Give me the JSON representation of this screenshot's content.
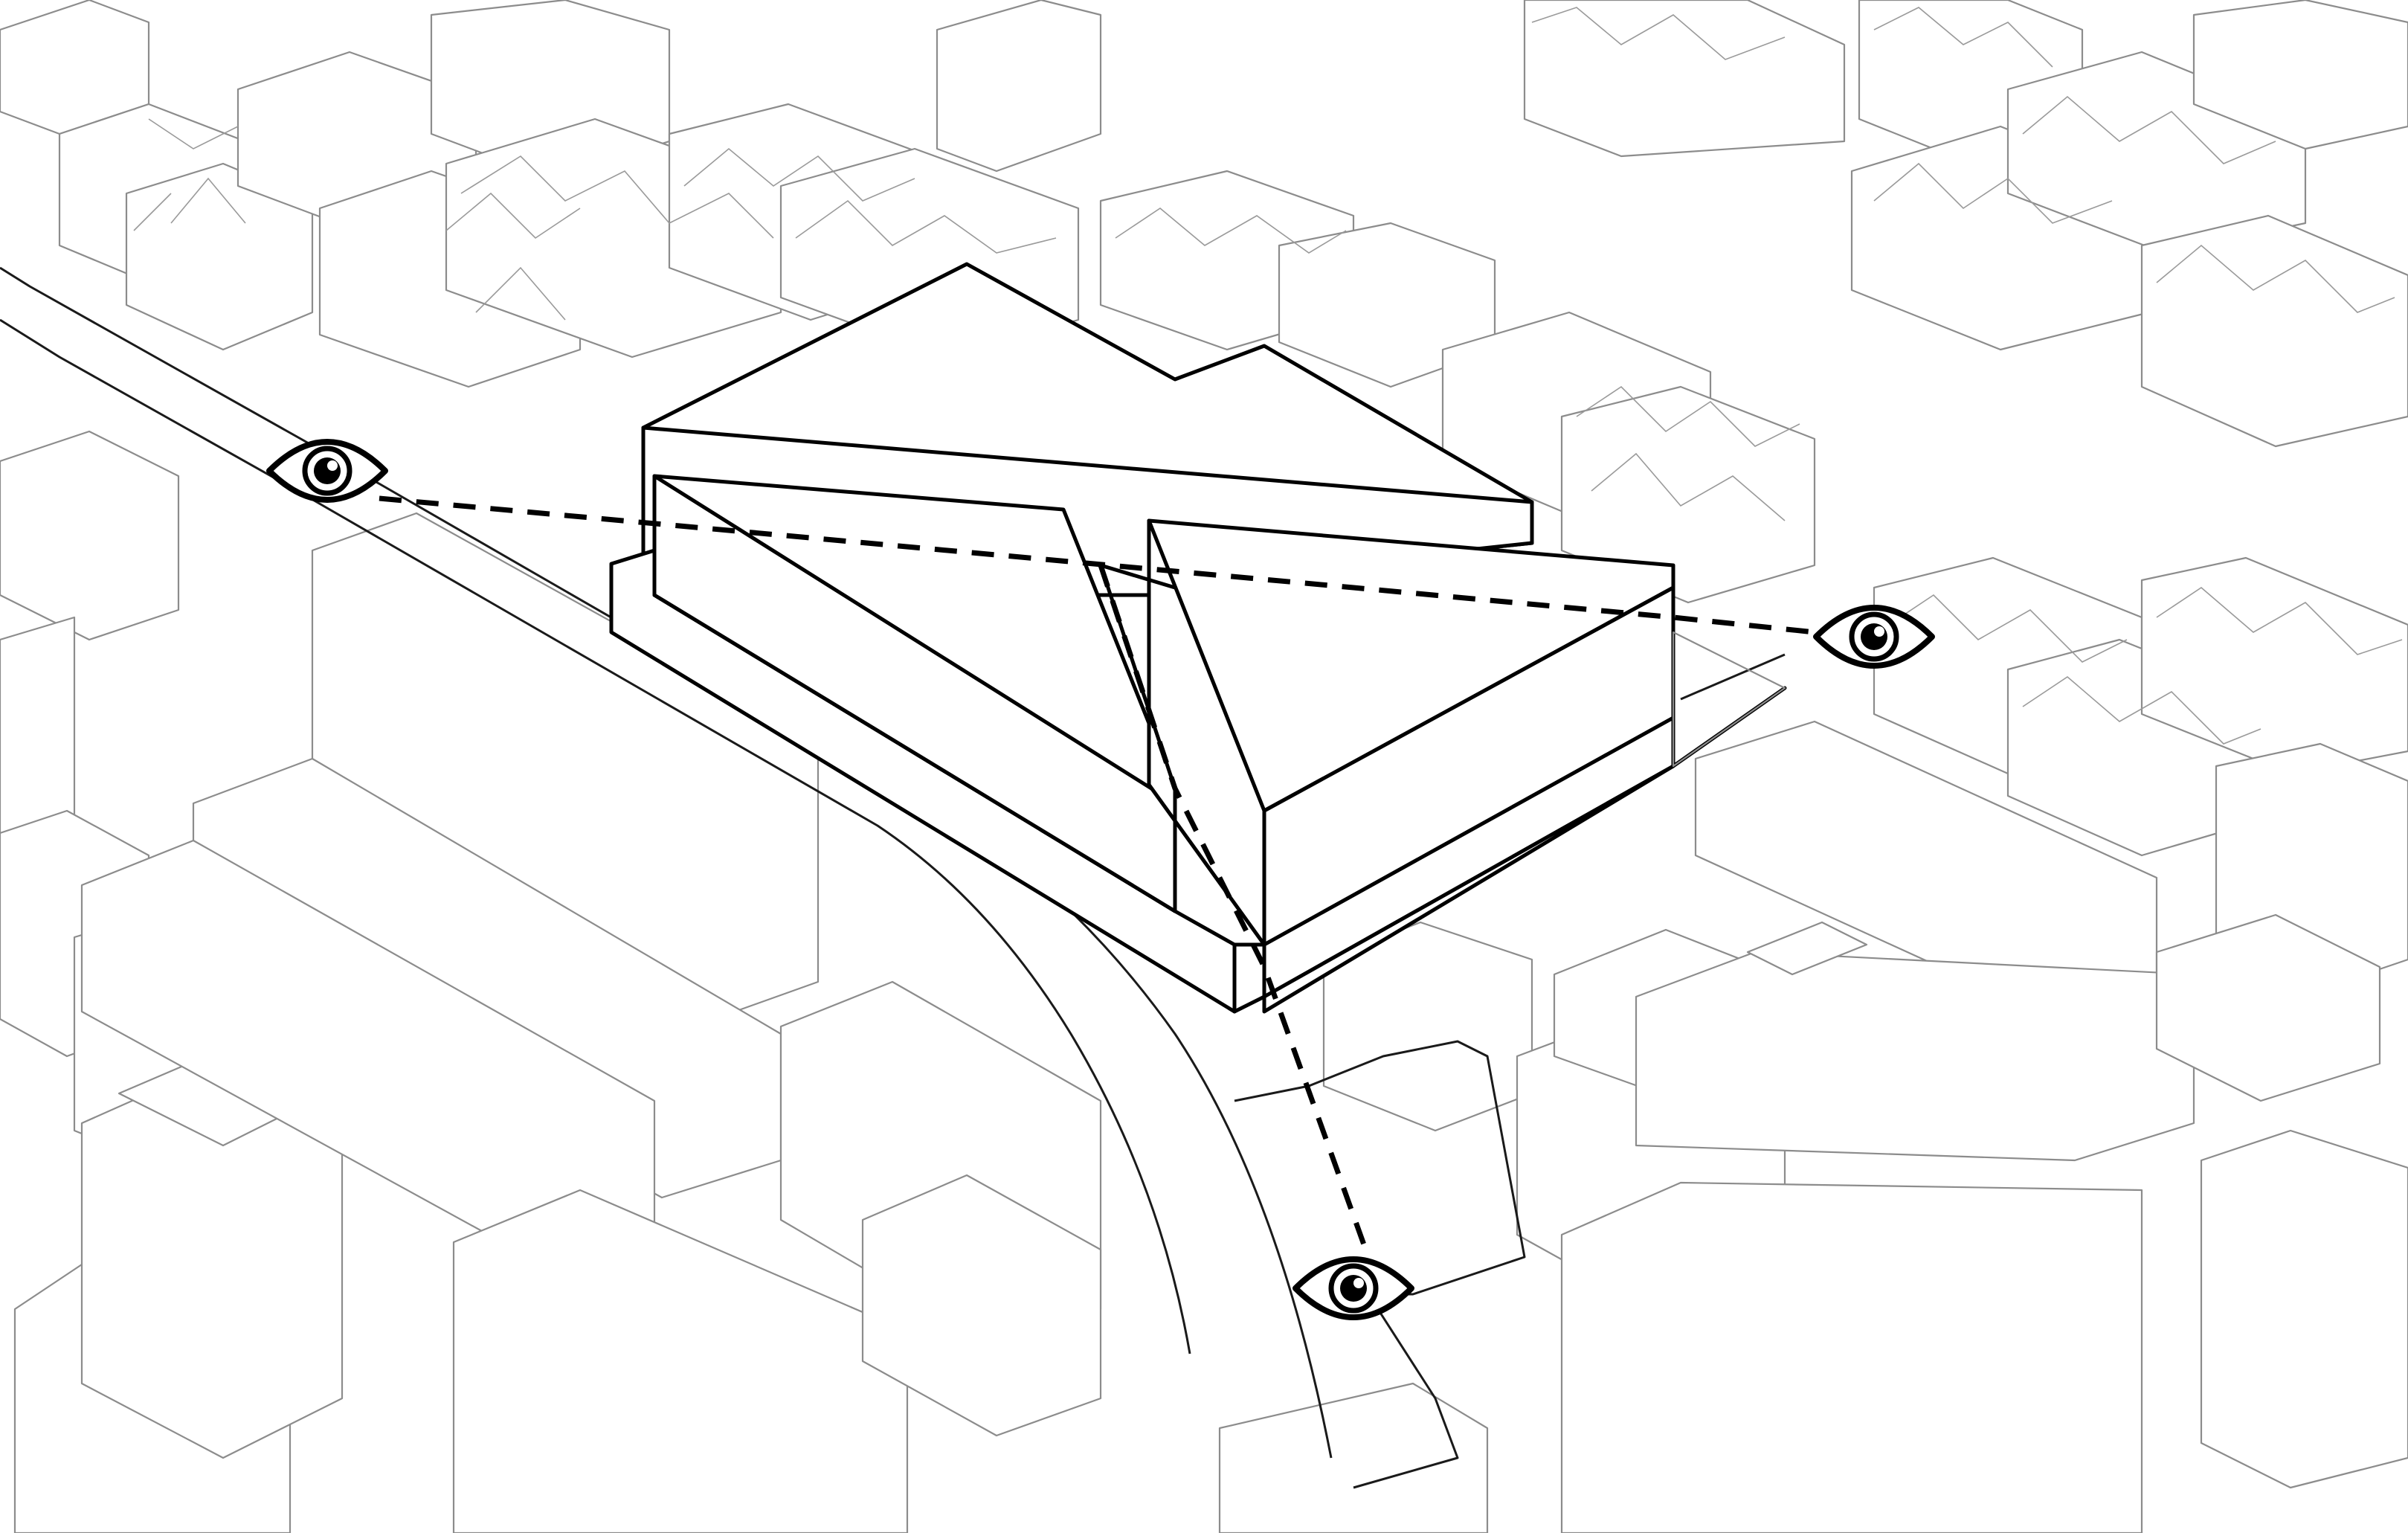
{
  "diagram": {
    "kind": "axonometric sightline diagram",
    "colors": {
      "background": "#ffffff",
      "context_lines": "#8c8c8c",
      "proposed_volume": "#000000",
      "sightlines": "#000000"
    },
    "icons": [
      "eye-icon",
      "eye-icon",
      "eye-icon"
    ],
    "sightline_count": 2,
    "viewpoint_count": 3
  }
}
